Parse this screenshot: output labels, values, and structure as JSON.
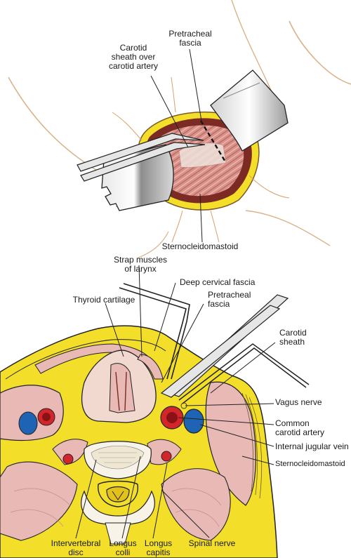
{
  "top_view": {
    "labels": {
      "pretracheal_fascia": "Pretracheal\nfascia",
      "carotid_sheath_over_artery": "Carotid\nsheath over\ncarotid artery",
      "sternocleidomastoid": "Sternocleidomastoid"
    }
  },
  "cross_section": {
    "labels": {
      "strap_muscles": "Strap muscles\nof larynx",
      "deep_cervical_fascia": "Deep cervical fascia",
      "thyroid_cartilage": "Thyroid cartilage",
      "pretracheal_fascia": "Pretracheal\nfascia",
      "carotid_sheath": "Carotid\nsheath",
      "vagus_nerve": "Vagus nerve",
      "common_carotid_artery": "Common\ncarotid artery",
      "internal_jugular_vein": "Internal jugular vein",
      "sternocleidomastoid": "Sternocleidomastoid",
      "intervertebral_disc": "Intervertebral\ndisc",
      "longus_colli": "Longus\ncolli",
      "longus_capitis": "Longus\ncapitis",
      "spinal_nerve": "Spinal nerve"
    }
  },
  "colors": {
    "fascia_yellow": "#f3df2a",
    "muscle_pink": "#e9b9b6",
    "muscle_shade": "#c98d8a",
    "artery_red": "#d3262b",
    "vein_blue": "#1f64b4",
    "retractor_gray": "#c8c8c8",
    "outline": "#222222"
  }
}
